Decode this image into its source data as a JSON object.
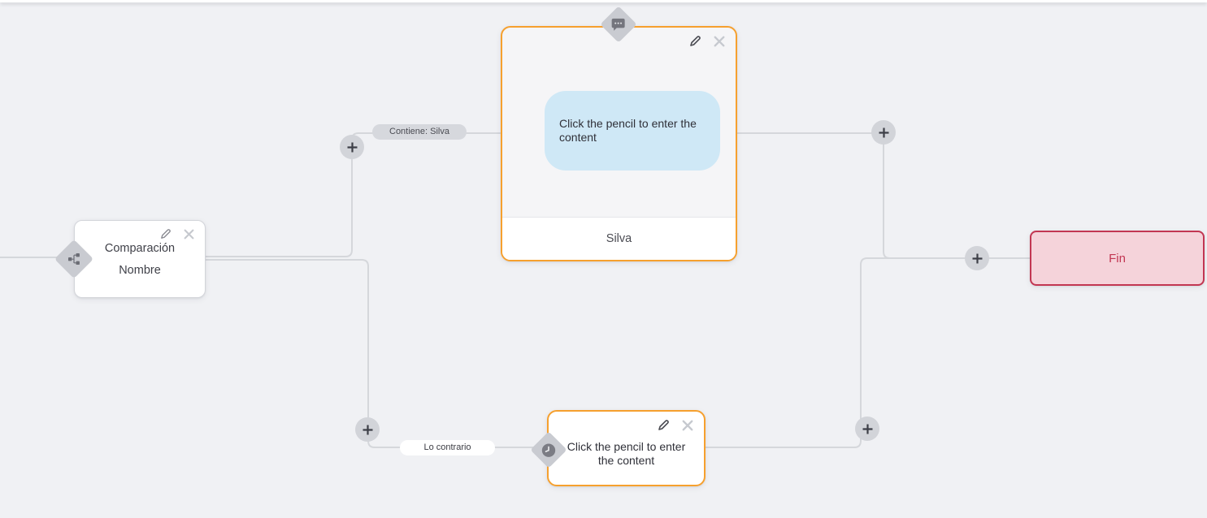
{
  "app": {
    "name": "chatbot-flow-editor"
  },
  "nodes": {
    "condition": {
      "type": "condition",
      "line1": "Comparación",
      "line2": "Nombre",
      "port_icon": "sitemap-icon"
    },
    "message": {
      "type": "message",
      "bubble_text": "Click the pencil to enter the content",
      "footer_label": "Silva",
      "port_icon": "chat-bubble-icon"
    },
    "delay": {
      "type": "delay",
      "text": "Click the pencil to enter the content",
      "port_icon": "clock-icon"
    },
    "end": {
      "type": "end",
      "label": "Fin"
    }
  },
  "edge_labels": {
    "contains": "Contiene: Silva",
    "otherwise": "Lo contrario"
  },
  "icons": {
    "edit": "pencil-icon",
    "delete": "close-icon",
    "add": "plus-icon"
  },
  "colors": {
    "canvas_bg": "#f0f1f4",
    "connector": "#d5d7db",
    "accent_orange": "#f6a02e",
    "bubble_blue": "#cfe8f6",
    "end_bg": "#f5d3da",
    "end_accent": "#c23652",
    "diamond_gray": "#c9cbd1",
    "plus_circle": "#d2d4d9"
  }
}
